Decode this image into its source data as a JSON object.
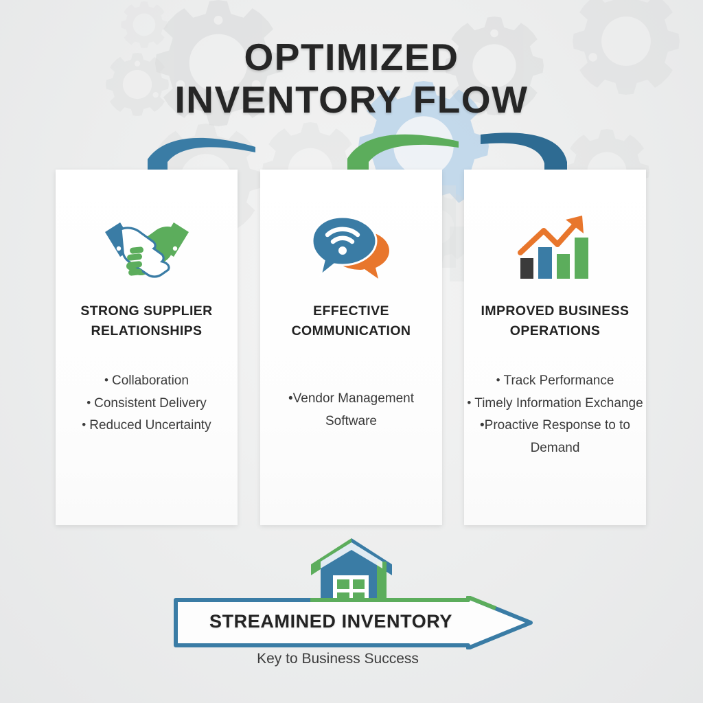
{
  "title": {
    "line1": "OPTIMIZED",
    "line2": "INVENTORY FLOW"
  },
  "colors": {
    "blue": "#3a7ca5",
    "blue_dark": "#2e6b92",
    "green": "#5cad5c",
    "orange": "#e8762c",
    "gear_gray": "#dcdcdc",
    "gear_blue": "#a9cbe8",
    "text_dark": "#262626",
    "card_bg": "#ffffff",
    "page_bg": "#ececec"
  },
  "cards": [
    {
      "icon": "handshake-icon",
      "heading": "STRONG SUPPLIER\nRELATIONSHIPS",
      "bullets": [
        "Collaboration",
        "Consistent Delivery",
        "Reduced Uncertainty"
      ],
      "arrow": {
        "color": "#3a7ca5",
        "name": "curved-arrow-blue"
      }
    },
    {
      "icon": "speech-bubbles-wifi-icon",
      "heading": "EFFECTIVE\nCOMMUNICATION",
      "bullets": [
        "Vendor Management Software"
      ],
      "arrow": {
        "color": "#5cad5c",
        "name": "curved-arrow-green"
      }
    },
    {
      "icon": "bar-chart-growth-icon",
      "heading": "IMPROVED BUSINESS\nOPERATIONS",
      "bullets": [
        "Track Performance",
        "Timely Information Exchange",
        "Proactive Response to to Demand"
      ],
      "arrow": {
        "color": "#3a7ca5",
        "name": "curved-arrow-blue"
      }
    }
  ],
  "footer": {
    "icon": "warehouse-house-icon",
    "banner_label": "STREAMINED INVENTORY",
    "subtitle": "Key to Business Success"
  }
}
